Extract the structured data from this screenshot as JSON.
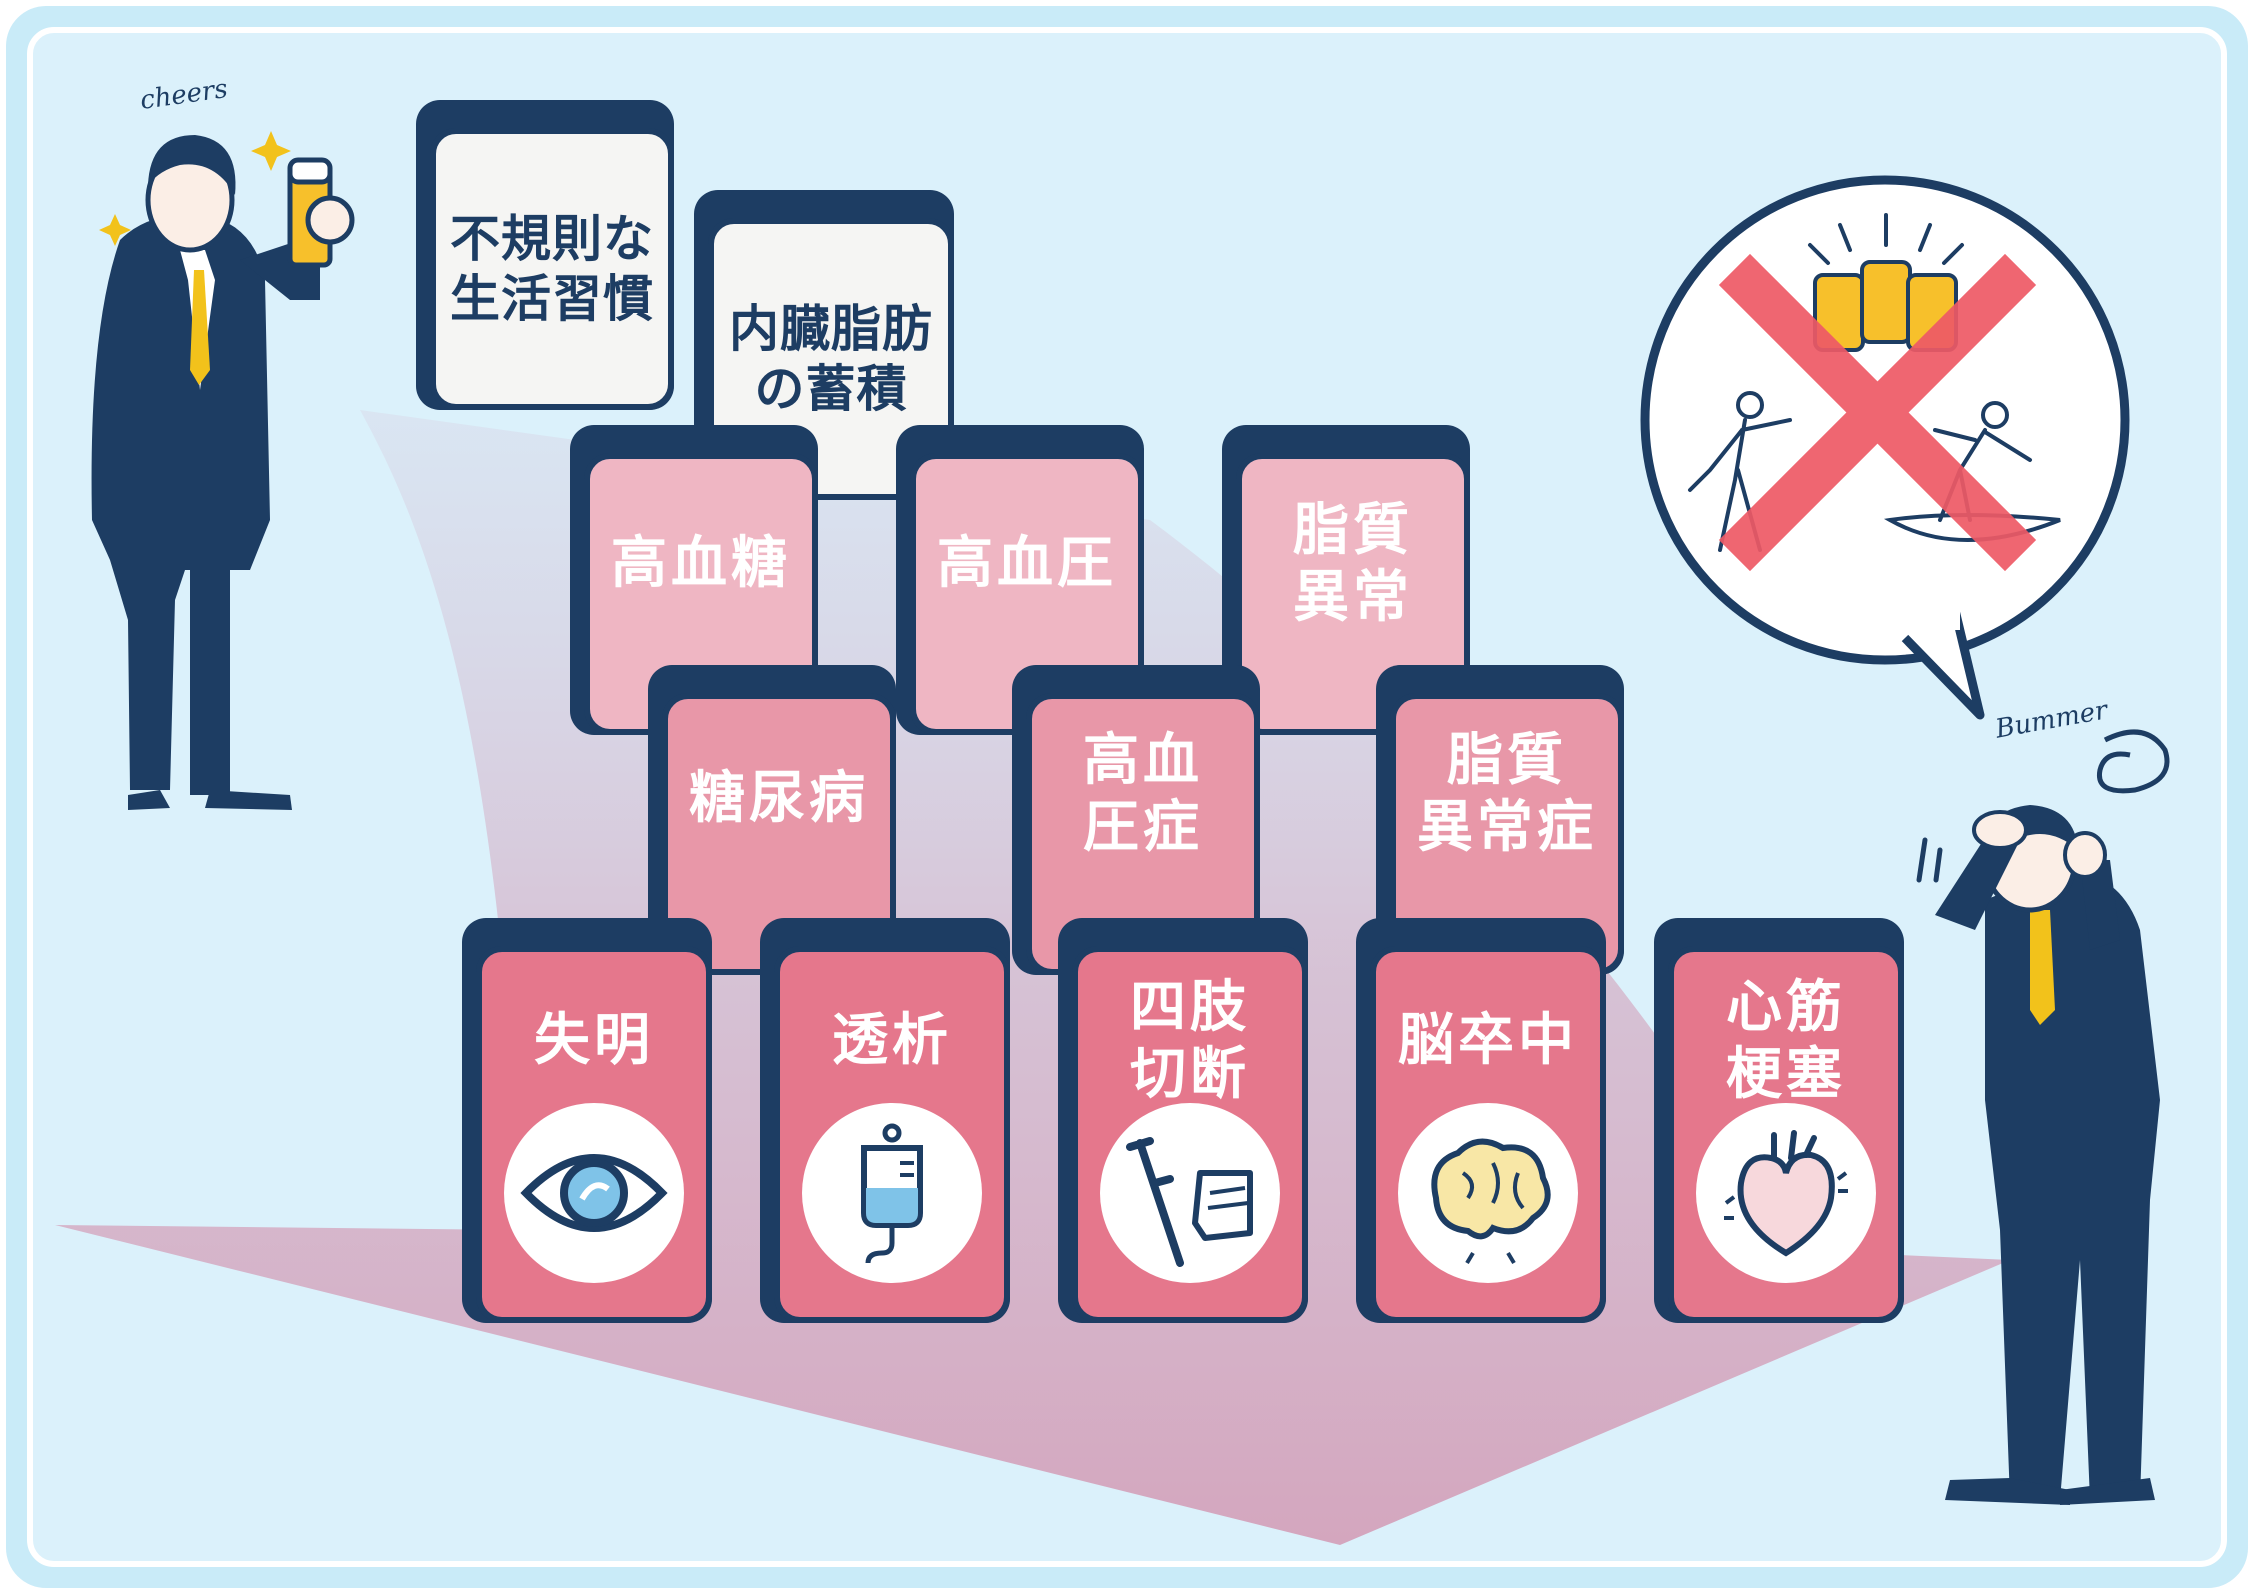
{
  "colors": {
    "background": "#dbf1fb",
    "frame": "#c9ebf8",
    "navy": "#1d3d63",
    "tier1_pink": "#efb6c3",
    "tier2_pink": "#e897a8",
    "tier3_pink": "#e5778c",
    "arrow": "#d3a9bf",
    "cross_red": "#ee5a66",
    "tie_yellow": "#f2c21b"
  },
  "captions": {
    "cheers": "cheers",
    "bummer": "Bummer"
  },
  "causes": [
    {
      "lines": [
        "不規則な",
        "生活習慣"
      ]
    },
    {
      "lines": [
        "内臓脂肪",
        "の蓄積"
      ]
    }
  ],
  "tier1": [
    {
      "lines": [
        "高血糖"
      ]
    },
    {
      "lines": [
        "高血圧"
      ]
    },
    {
      "lines": [
        "脂質",
        "異常"
      ]
    }
  ],
  "tier2": [
    {
      "lines": [
        "糖尿病"
      ]
    },
    {
      "lines": [
        "高血",
        "圧症"
      ]
    },
    {
      "lines": [
        "脂質",
        "異常症"
      ]
    }
  ],
  "tier3": [
    {
      "lines": [
        "失明"
      ],
      "icon": "eye-icon"
    },
    {
      "lines": [
        "透析"
      ],
      "icon": "iv-drip-icon"
    },
    {
      "lines": [
        "四肢",
        "切断"
      ],
      "icon": "crutch-cast-icon"
    },
    {
      "lines": [
        "脳卒中"
      ],
      "icon": "brain-icon"
    },
    {
      "lines": [
        "心筋",
        "梗塞"
      ],
      "icon": "heart-icon"
    }
  ],
  "speech_bubble": {
    "icons": [
      "beer-toast-icon",
      "golf-icon",
      "surfing-icon",
      "cross-mark-icon"
    ]
  }
}
